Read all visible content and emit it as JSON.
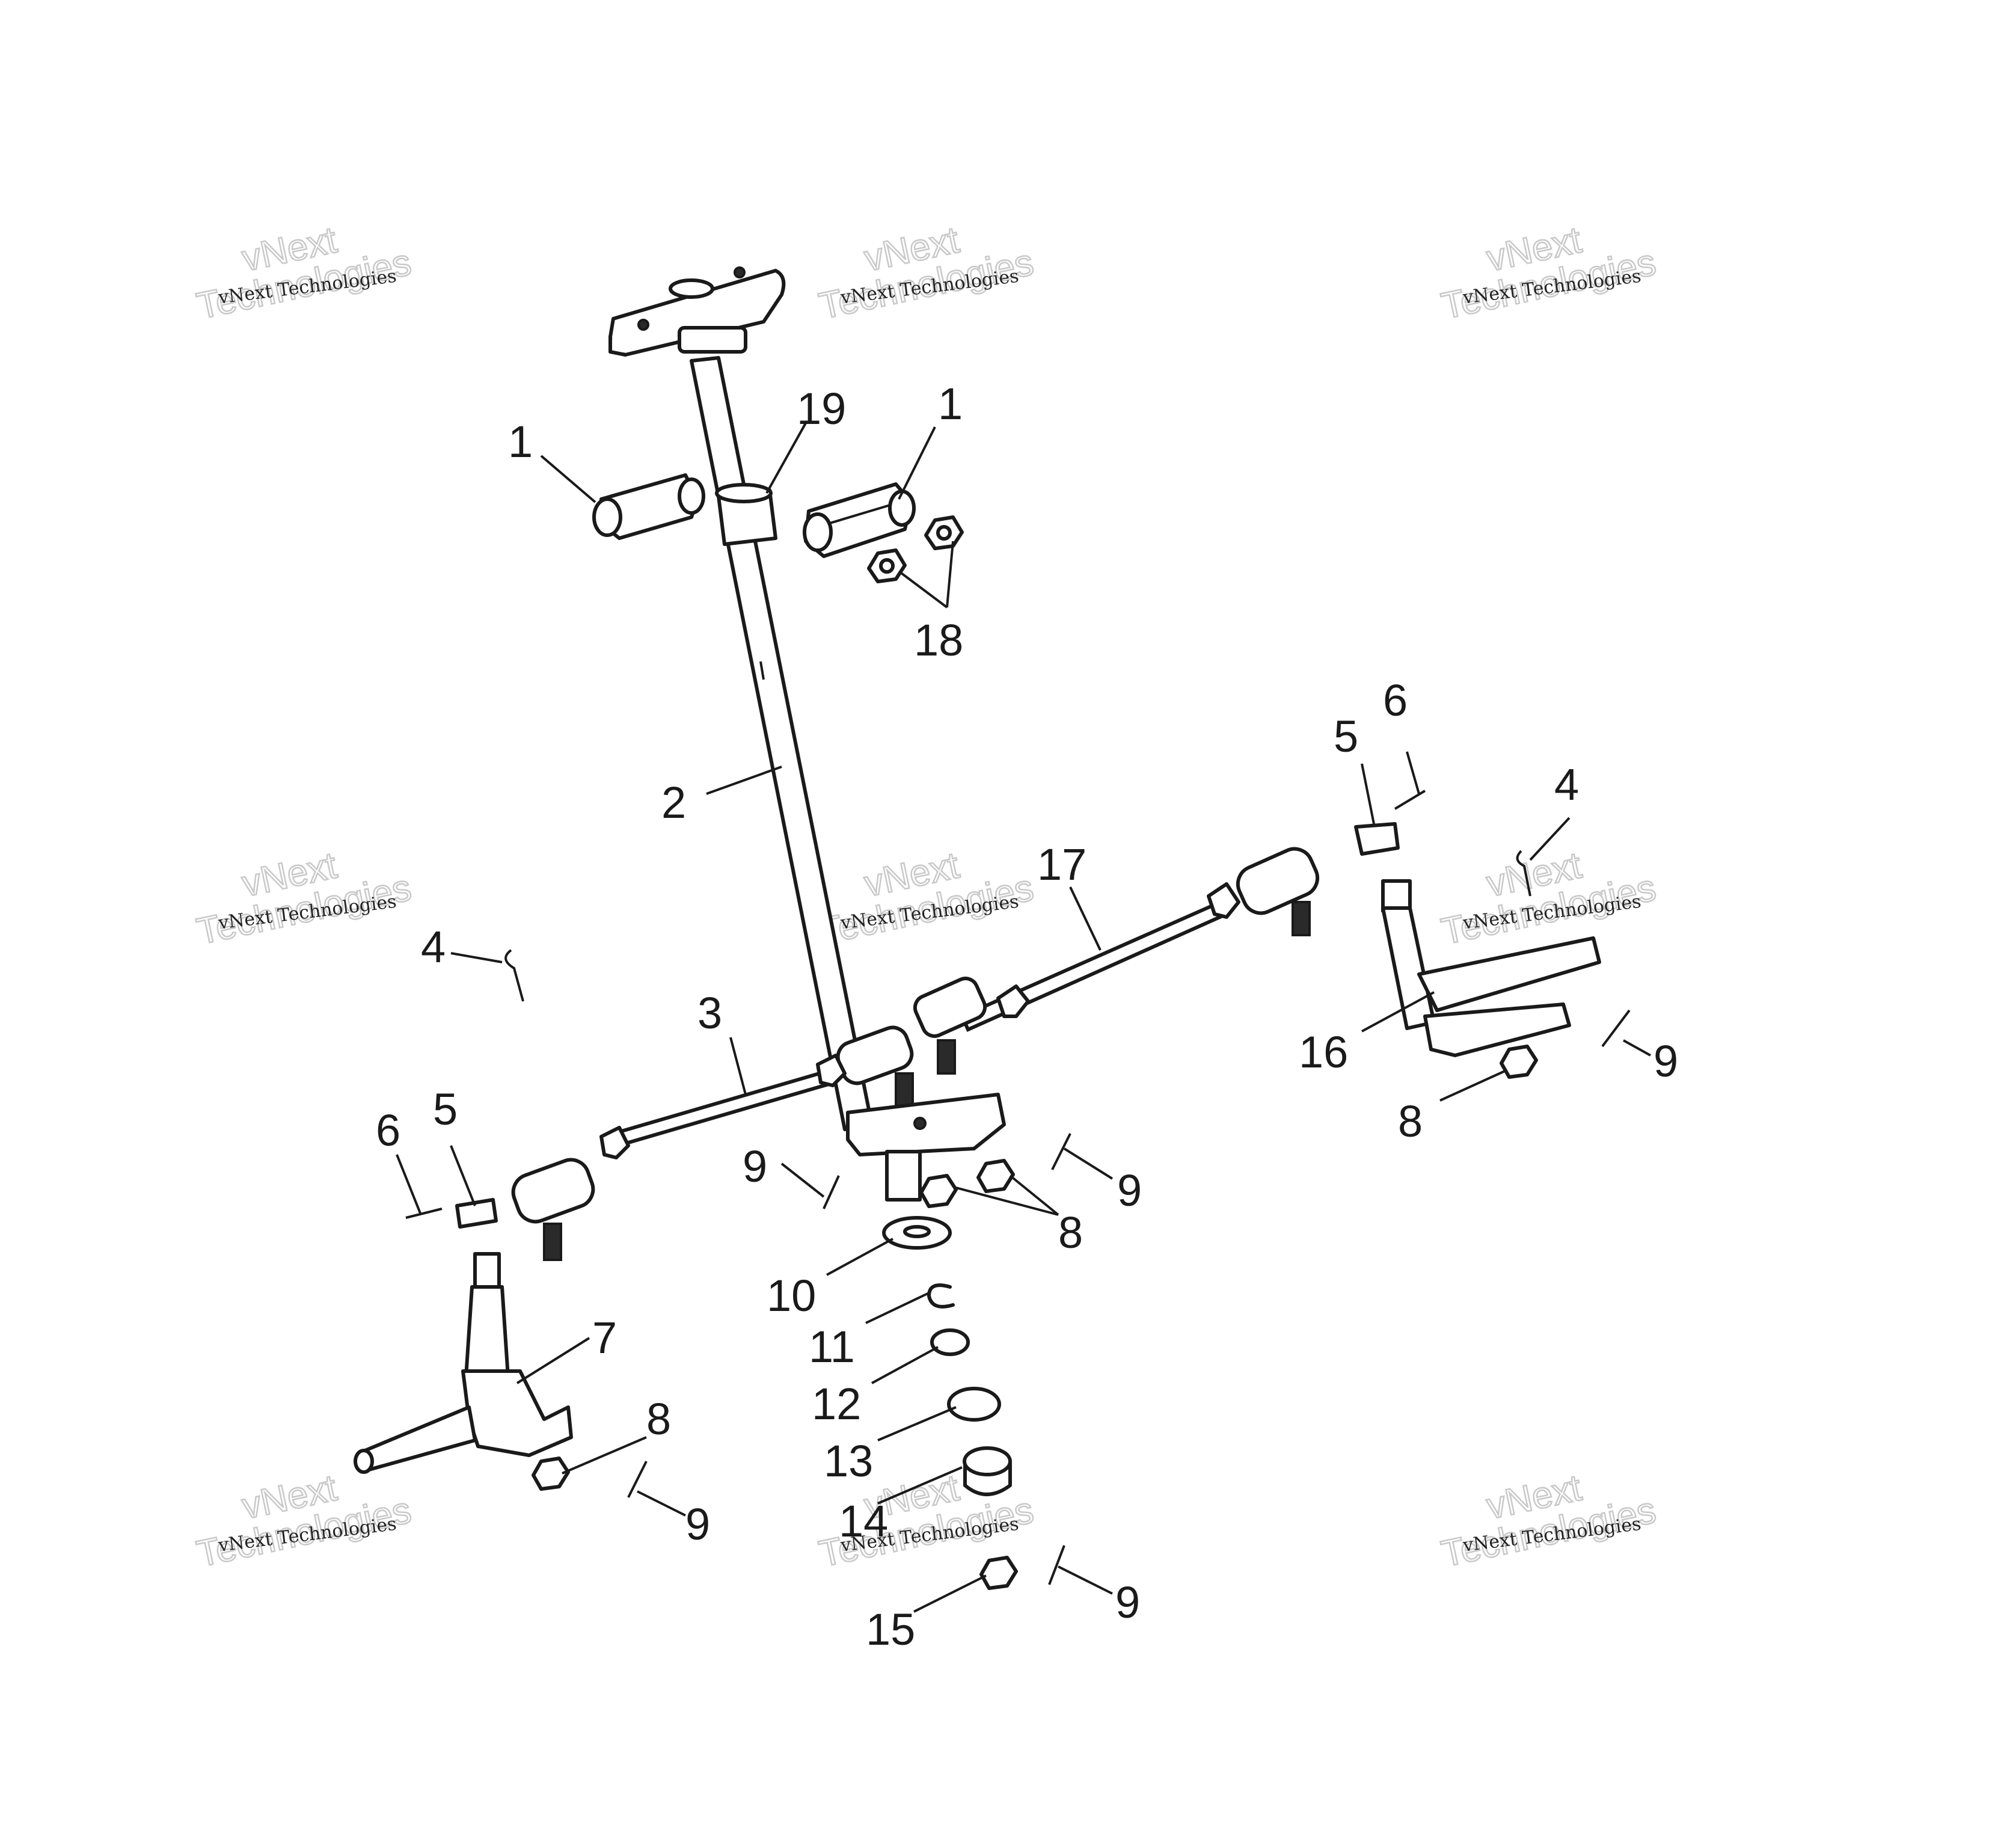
{
  "watermark": {
    "line1": "vNext Technologies",
    "big_top": "vNext",
    "big_bottom": "Technologies"
  },
  "callouts": [
    "1",
    "19",
    "1",
    "18",
    "2",
    "17",
    "6",
    "5",
    "4",
    "4",
    "3",
    "16",
    "9",
    "8",
    "6",
    "5",
    "9",
    "9",
    "8",
    "10",
    "7",
    "11",
    "12",
    "8",
    "13",
    "9",
    "14",
    "15",
    "9"
  ],
  "colors": {
    "ink": "#1a1a1a",
    "watermark_outline": "#c9c9c9",
    "background": "#ffffff"
  }
}
